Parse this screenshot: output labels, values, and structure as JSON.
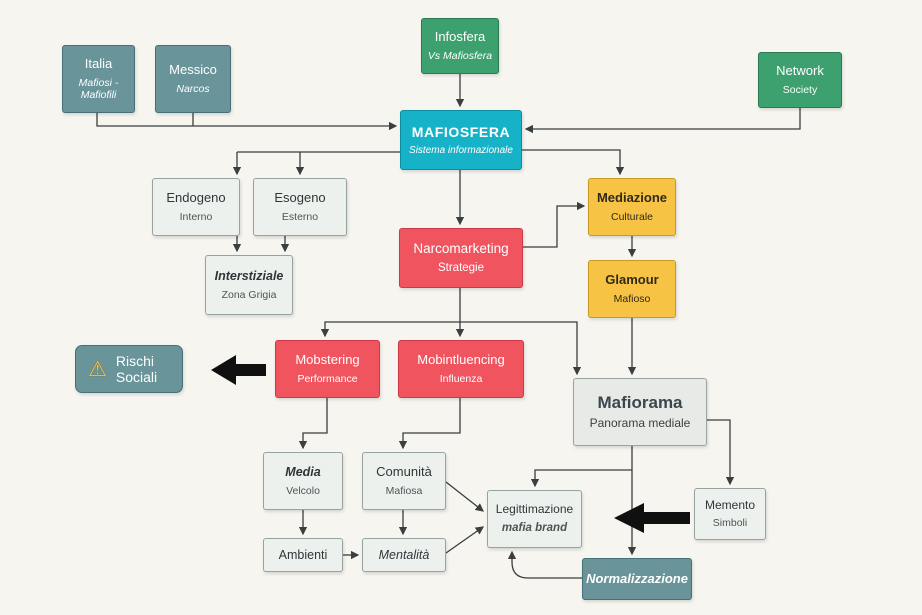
{
  "colors": {
    "background": "#f7f5f0",
    "teal": "#68949a",
    "green": "#3da06f",
    "cyan": "#16b3c8",
    "red": "#f0545f",
    "yellow": "#f6c344",
    "line": "#3a3f3f",
    "black_arrow": "#101010"
  },
  "nodes": {
    "italia": {
      "title": "Italia",
      "subtitle": "Mafiosi - Mafiofili"
    },
    "messico": {
      "title": "Messico",
      "subtitle": "Narcos"
    },
    "infosfera": {
      "title": "Infosfera",
      "subtitle": "Vs Mafiosfera"
    },
    "network": {
      "title": "Network",
      "subtitle": "Society"
    },
    "mafiosfera": {
      "title": "MAFIOSFERA",
      "subtitle": "Sistema informazionale"
    },
    "endogeno": {
      "title": "Endogeno",
      "subtitle": "Interno"
    },
    "esogeno": {
      "title": "Esogeno",
      "subtitle": "Esterno"
    },
    "interstiziale": {
      "title": "Interstiziale",
      "subtitle": "Zona Grigia"
    },
    "narcomarketing": {
      "title": "Narcomarketing",
      "subtitle": "Strategie"
    },
    "mediazione": {
      "title": "Mediazione",
      "subtitle": "Culturale"
    },
    "glamour": {
      "title": "Glamour",
      "subtitle": "Mafioso"
    },
    "rischi": {
      "title": "Rischi Sociali",
      "icon": "warning-triangle"
    },
    "mobstering": {
      "title": "Mobstering",
      "subtitle": "Performance"
    },
    "mobintluencing": {
      "title": "Mobintluencing",
      "subtitle": "Influenza"
    },
    "mafiorama": {
      "title": "Mafiorama",
      "subtitle": "Panorama mediale"
    },
    "media": {
      "title": "Media",
      "subtitle": "Velcolo"
    },
    "comunita": {
      "title": "Comunità",
      "subtitle": "Mafiosa"
    },
    "legittimazione": {
      "title": "Legittimazione",
      "subtitle": "mafia brand"
    },
    "memento": {
      "title": "Memento",
      "subtitle": "Simboli"
    },
    "ambienti": {
      "title": "Ambienti"
    },
    "mentalita": {
      "title": "Mentalità"
    },
    "normalizzazione": {
      "title": "Normalizzazione"
    }
  }
}
